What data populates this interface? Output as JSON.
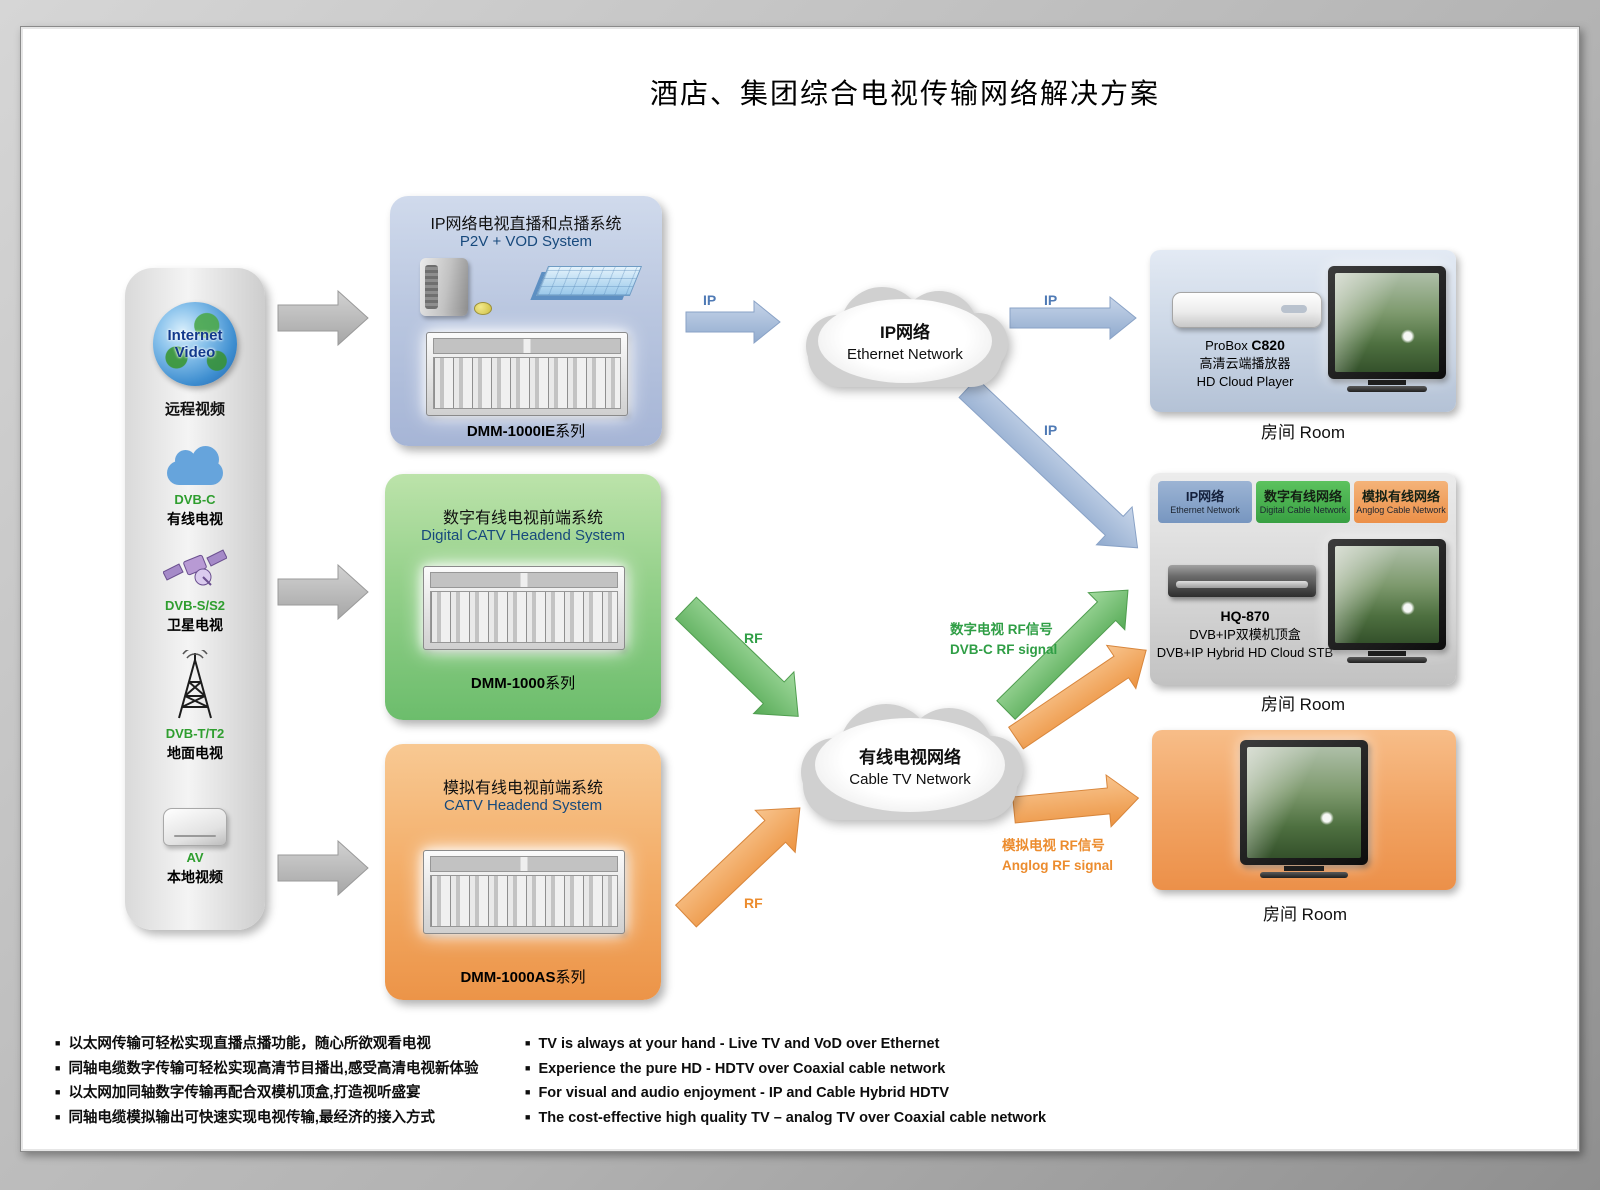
{
  "title": "酒店、集团综合电视传输网络解决方案",
  "sources": {
    "internet": {
      "line1": "Internet",
      "line2": "Video",
      "caption": "远程视频"
    },
    "items": [
      {
        "name": "DVB-C",
        "caption": "有线电视"
      },
      {
        "name": "DVB-S/S2",
        "caption": "卫星电视"
      },
      {
        "name": "DVB-T/T2",
        "caption": "地面电视"
      },
      {
        "name": "AV",
        "caption": "本地视频"
      }
    ]
  },
  "systems": [
    {
      "title_zh": "IP网络电视直播和点播系统",
      "title_en": "P2V + VOD System",
      "model": "DMM-1000IE",
      "suffix": "系列"
    },
    {
      "title_zh": "数字有线电视前端系统",
      "title_en": "Digital CATV Headend System",
      "model": "DMM-1000",
      "suffix": "系列"
    },
    {
      "title_zh": "模拟有线电视前端系统",
      "title_en": "CATV Headend System",
      "model": "DMM-1000AS",
      "suffix": "系列"
    }
  ],
  "clouds": {
    "ip": {
      "zh": "IP网络",
      "en": "Ethernet Network"
    },
    "catv": {
      "zh": "有线电视网络",
      "en": "Cable TV Network"
    }
  },
  "labels": {
    "ip1": "IP",
    "ip2": "IP",
    "ip3": "IP",
    "rf_digital": "RF",
    "rf_analog": "RF",
    "digital_zh": "数字电视 RF信号",
    "digital_en": "DVB-C RF signal",
    "analog_zh": "模拟电视 RF信号",
    "analog_en": "Anglog RF signal"
  },
  "rooms": {
    "probox": {
      "brand": "ProBox ",
      "model": "C820",
      "zh": "高清云端播放器",
      "en": "HD Cloud Player",
      "room": "房间 Room"
    },
    "hq870": {
      "tags": [
        {
          "zh": "IP网络",
          "en": "Ethernet Network"
        },
        {
          "zh": "数字有线网络",
          "en": "Digital Cable Network"
        },
        {
          "zh": "模拟有线网络",
          "en": "Anglog Cable Network"
        }
      ],
      "model": "HQ-870",
      "zh": "DVB+IP双模机顶盒",
      "en": "DVB+IP Hybrid HD Cloud STB",
      "room": "房间 Room"
    },
    "analog_tv": {
      "room": "房间 Room"
    }
  },
  "footer": {
    "zh": [
      "以太网传输可轻松实现直播点播功能，随心所欲观看电视",
      "同轴电缆数字传输可轻松实现高清节目播出,感受高清电视新体验",
      "以太网加同轴数字传输再配合双模机顶盒,打造视听盛宴",
      "同轴电缆模拟输出可快速实现电视传输,最经济的接入方式"
    ],
    "en": [
      "TV is always at your hand - Live TV and VoD over Ethernet",
      "Experience the pure HD - HDTV over Coaxial cable network",
      "For visual and audio enjoyment - IP and Cable Hybrid HDTV",
      "The cost-effective high quality TV – analog TV over Coaxial cable network"
    ]
  },
  "colors": {
    "ip_arrow": "#a9bedc",
    "rf_green": "#6cbf6c",
    "rf_orange": "#f2a35f",
    "grey_arrow": "#b8b8b8",
    "source_accent_green": "#2f9e2f"
  }
}
